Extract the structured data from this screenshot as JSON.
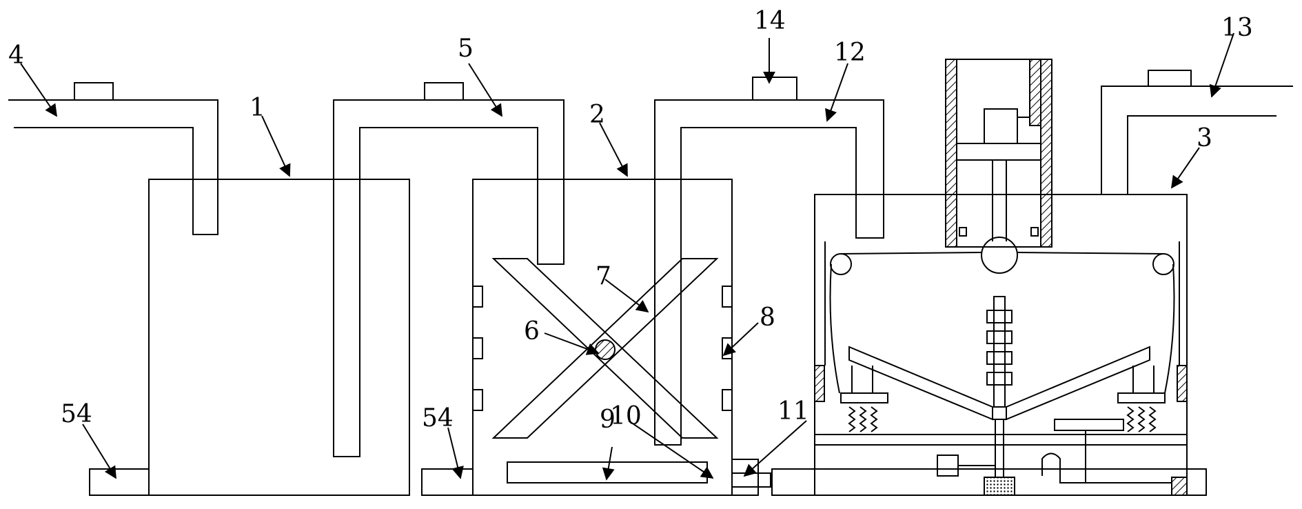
{
  "labels": {
    "l1": "1",
    "l2": "2",
    "l3": "3",
    "l4": "4",
    "l5": "5",
    "l6": "6",
    "l7": "7",
    "l8": "8",
    "l9": "9",
    "l10": "10",
    "l11": "11",
    "l12": "12",
    "l13": "13",
    "l14": "14",
    "l54a": "54",
    "l54b": "54"
  }
}
